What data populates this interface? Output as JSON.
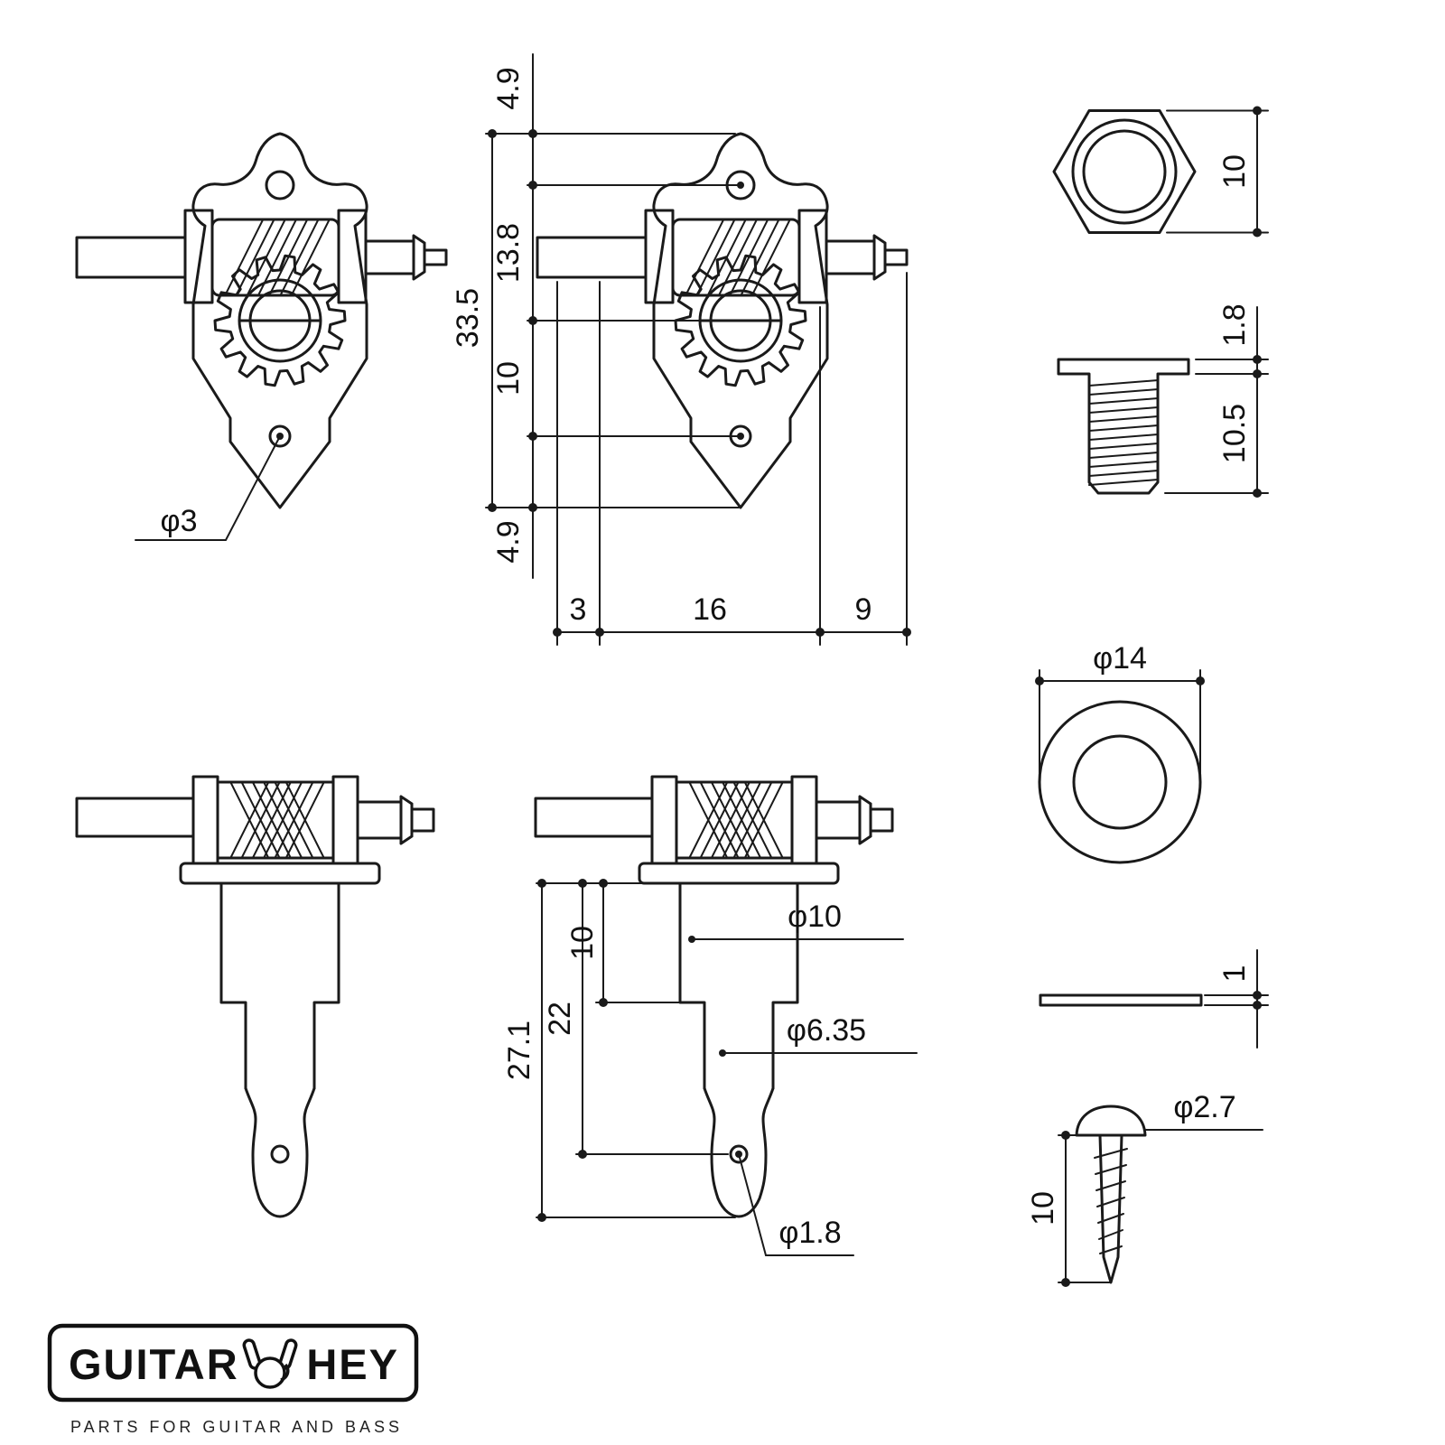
{
  "dims": {
    "front": {
      "plate_hole": "φ3",
      "top_to_hole": "4.9",
      "hole_to_gear": "13.8",
      "overall_height": "33.5",
      "gear_to_hole": "10",
      "hole_to_tip": "4.9",
      "width_left": "3",
      "width_mid": "16",
      "width_right": "9"
    },
    "nut": {
      "across_flats": "10"
    },
    "bushing": {
      "flange_thickness": "1.8",
      "thread_length": "10.5"
    },
    "washer": {
      "outer_dia": "φ14"
    },
    "post": {
      "upper_dia": "φ10",
      "upper_length": "10",
      "to_string_hole": "22",
      "overall_length": "27.1",
      "shaft_dia": "φ6.35",
      "string_hole_dia": "φ1.8"
    },
    "spacer": {
      "thickness": "1"
    },
    "screw": {
      "head_dia": "φ2.7",
      "length": "10"
    }
  },
  "logo": {
    "word_left": "GUITAR",
    "word_right": "HEY",
    "tagline": "PARTS FOR GUITAR AND BASS"
  }
}
